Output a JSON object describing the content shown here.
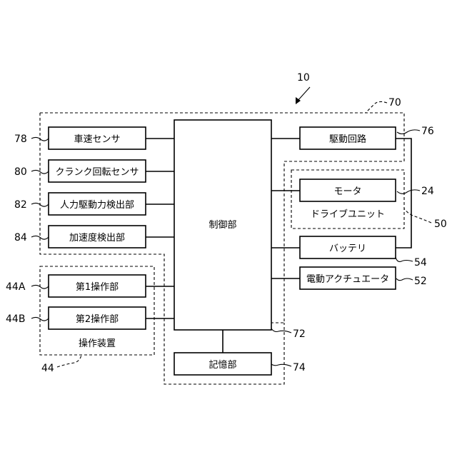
{
  "blocks": {
    "vehicle_speed_sensor": "車速センサ",
    "crank_sensor": "クランク回転センサ",
    "human_drive_detector": "人力駆動力検出部",
    "accel_detector": "加速度検出部",
    "op1": "第1操作部",
    "op2": "第2操作部",
    "controller": "制御部",
    "memory": "記憶部",
    "drive_circuit": "駆動回路",
    "motor": "モータ",
    "battery": "バッテリ",
    "electric_actuator": "電動アクチュエータ"
  },
  "group_labels": {
    "operation_device": "操作装置",
    "drive_unit": "ドライブユニット"
  },
  "refs": {
    "r10": "10",
    "r70": "70",
    "r76": "76",
    "r24": "24",
    "r50": "50",
    "r54": "54",
    "r52": "52",
    "r72": "72",
    "r74": "74",
    "r78": "78",
    "r80": "80",
    "r82": "82",
    "r84": "84",
    "r44a": "44A",
    "r44b": "44B",
    "r44": "44"
  }
}
